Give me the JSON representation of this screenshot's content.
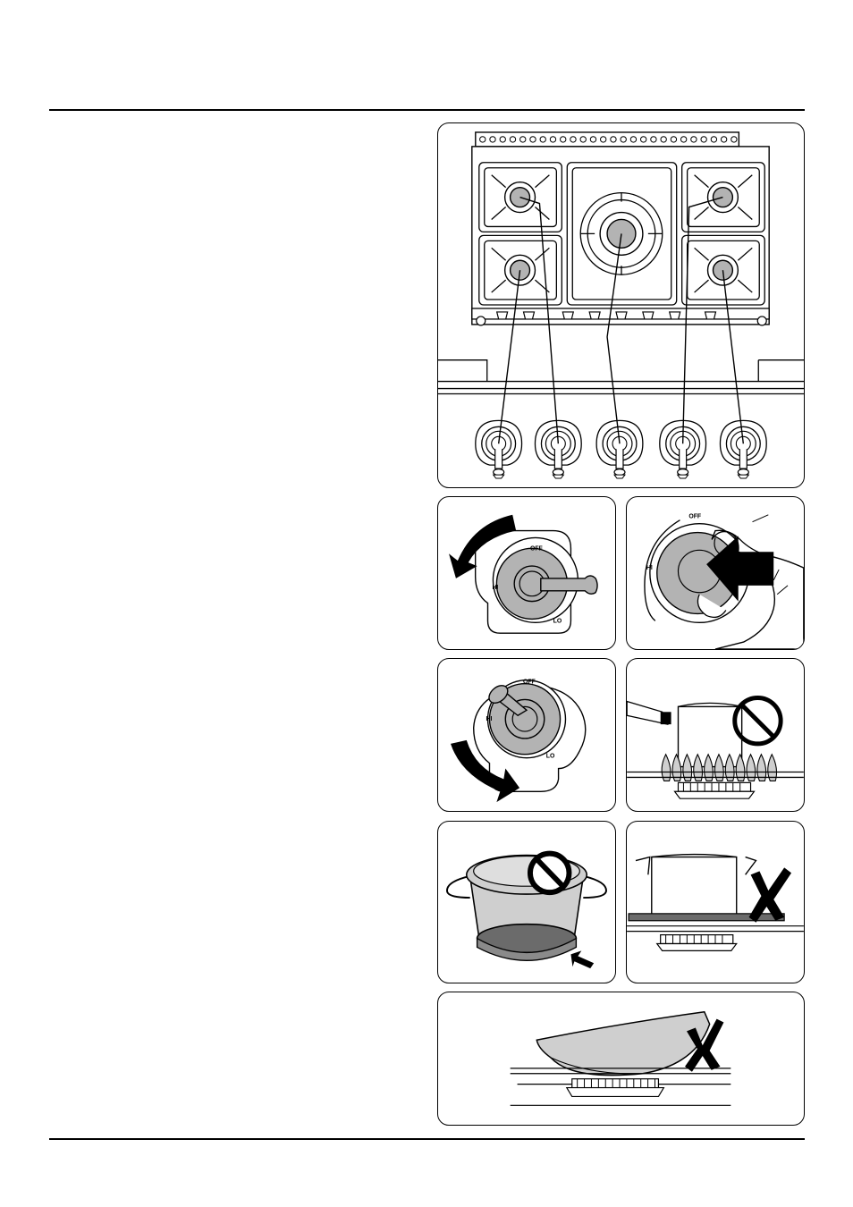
{
  "figures": {
    "knob_labels": {
      "off": "OFF",
      "hi": "HI",
      "lo": "LO"
    },
    "colors": {
      "line": "#000000",
      "knob_fill": "#b3b3b3",
      "pot_fill": "#cfcfcf",
      "pot_inner": "#6b6b6b",
      "paper": "#ffffff"
    }
  }
}
